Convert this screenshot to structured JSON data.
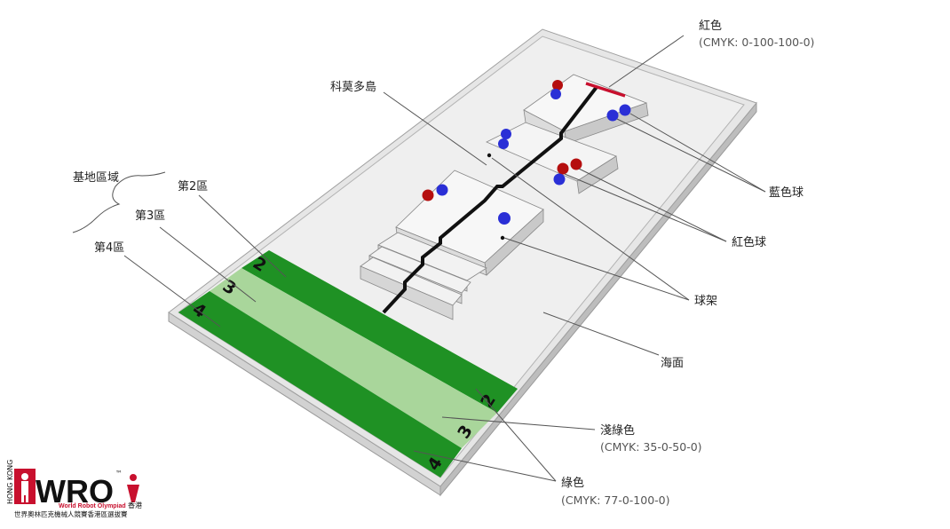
{
  "colors": {
    "green": "#1f9124",
    "light_green": "#a9d69b",
    "sea": "#efefef",
    "red_ball": "#b50f0f",
    "blue_ball": "#2a2fd6",
    "red_bar": "#c8102e"
  },
  "labels": {
    "red": "紅色",
    "red_cmyk": "(CMYK: 0-100-100-0)",
    "island": "科莫多島",
    "base_area": "基地區域",
    "zone2": "第2區",
    "zone3": "第3區",
    "zone4": "第4區",
    "blue_ball": "藍色球",
    "red_ball": "紅色球",
    "rack": "球架",
    "sea": "海面",
    "light_green": "淺綠色",
    "light_green_cmyk": "(CMYK: 35-0-50-0)",
    "green": "綠色",
    "green_cmyk": "(CMYK: 77-0-100-0)"
  },
  "zone_numbers": {
    "left": [
      "2",
      "3",
      "4"
    ],
    "right": [
      "2",
      "3",
      "4"
    ]
  },
  "logo": {
    "word": "WRO",
    "tm": "™",
    "en": "World Robot Olympiad",
    "hk": "香港",
    "side": "HONG KONG",
    "cn": "世界奧林匹克機械人競賽香港區選拔賽"
  }
}
